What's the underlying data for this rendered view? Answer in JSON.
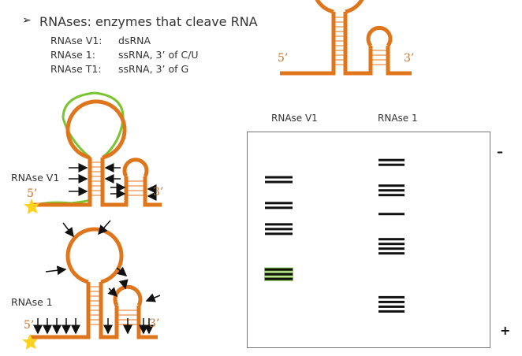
{
  "header": {
    "bullet": "➢",
    "title": "RNAses: enzymes that cleave RNA"
  },
  "enzymes": [
    {
      "name": "RNAse V1:",
      "specificity": "dsRNA"
    },
    {
      "name": "RNAse 1:",
      "specificity": "ssRNA, 3’ of C/U"
    },
    {
      "name": "RNAse T1:",
      "specificity": "ssRNA, 3’ of G"
    }
  ],
  "top_structure": {
    "five_prime": "5’",
    "three_prime": "3’"
  },
  "panel_v1": {
    "label": "RNAse V1",
    "five_prime": "5’",
    "three_prime": "3’"
  },
  "panel_r1": {
    "label": "RNAse 1",
    "five_prime": "5’",
    "three_prime": "3’"
  },
  "gel": {
    "lanes": [
      {
        "label": "RNAse V1",
        "band_groups": [
          {
            "position": 0.22,
            "count": 2,
            "highlighted": false
          },
          {
            "position": 0.34,
            "count": 2,
            "highlighted": false
          },
          {
            "position": 0.45,
            "count": 3,
            "highlighted": false
          },
          {
            "position": 0.66,
            "count": 3,
            "highlighted": true
          }
        ]
      },
      {
        "label": "RNAse 1",
        "band_groups": [
          {
            "position": 0.14,
            "count": 2,
            "highlighted": false
          },
          {
            "position": 0.27,
            "count": 3,
            "highlighted": false
          },
          {
            "position": 0.38,
            "count": 1,
            "highlighted": false
          },
          {
            "position": 0.53,
            "count": 4,
            "highlighted": false
          },
          {
            "position": 0.8,
            "count": 4,
            "highlighted": false
          }
        ]
      }
    ],
    "minus_label": "–",
    "plus_label": "+"
  },
  "colors": {
    "rna": "#e0761c",
    "green": "#7ac431",
    "star": "#ffd21f",
    "arrow": "#111111",
    "band": "#111111"
  }
}
